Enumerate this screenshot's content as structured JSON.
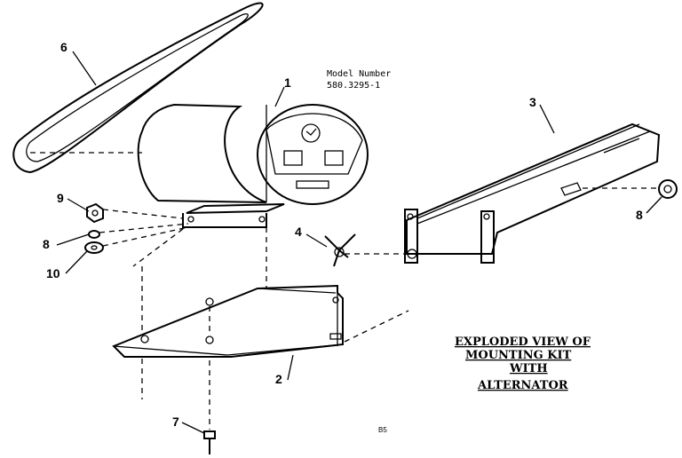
{
  "model": {
    "label": "Model Number",
    "number": "580.3295-1"
  },
  "title_lines": [
    "EXPLODED VIEW OF",
    "MOUNTING KIT",
    "WITH",
    "ALTERNATOR"
  ],
  "page_code": "B5",
  "parts": {
    "alternator": "1",
    "mounting_plate": "2",
    "rail_bracket": "3",
    "wing_nut": "4",
    "belt": "6",
    "bolt": "7",
    "lock_washer": "8",
    "hex_nut": "9",
    "flat_washer": "10",
    "end_nut": "8"
  }
}
